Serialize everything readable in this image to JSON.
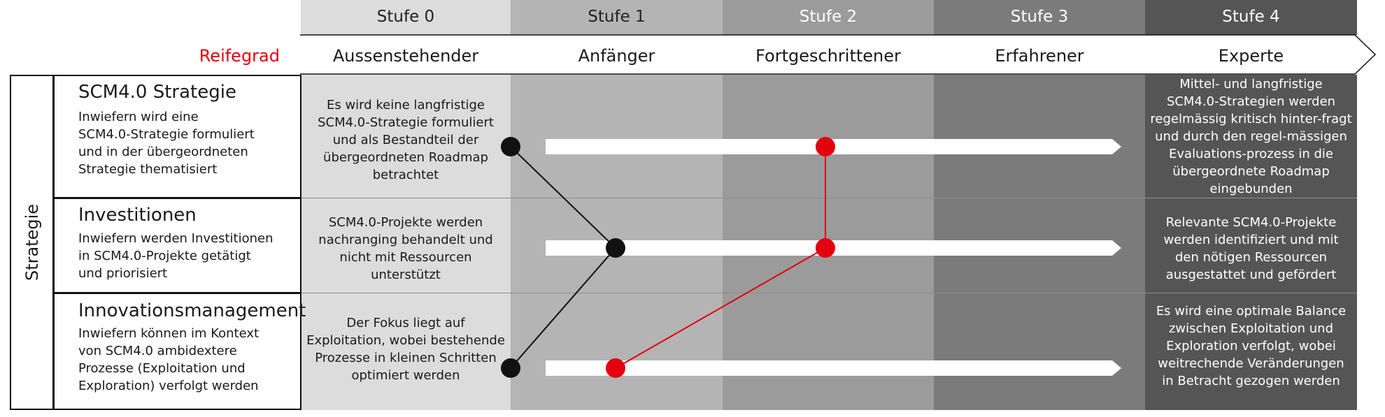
{
  "stages": [
    {
      "label": "Stufe 0",
      "level": "Aussenstehender"
    },
    {
      "label": "Stufe 1",
      "level": "Anfänger"
    },
    {
      "label": "Stufe 2",
      "level": "Fortgeschrittener"
    },
    {
      "label": "Stufe 3",
      "level": "Erfahrener"
    },
    {
      "label": "Stufe 4",
      "level": "Experte"
    }
  ],
  "maturity_label": "Reifegrad",
  "category": "Strategie",
  "criteria": [
    {
      "title": "SCM4.0 Strategie",
      "desc": "Inwiefern wird eine\nSCM4.0-Strategie formuliert\nund in der übergeordneten\nStrategie thematisiert"
    },
    {
      "title": "Investitionen",
      "desc": "Inwiefern werden Investitionen\nin SCM4.0-Projekte getätigt\nund priorisiert"
    },
    {
      "title": "Innovationsmanagement",
      "desc": "Inwiefern können im Kontext\nvon SCM4.0 ambidextere\nProzesse (Exploitation und\nExploration) verfolgt werden"
    }
  ],
  "stage0_text": [
    "Es wird keine langfristige\nSCM4.0-Strategie formuliert\nund als Bestandteil der\nübergeordneten Roadmap\nbetrachtet",
    "SCM4.0-Projekte werden\nnachranging behandelt und\nnicht mit Ressourcen\nunterstützt",
    "Der Fokus liegt auf\nExploitation, wobei bestehende\nProzesse in kleinen Schritten\noptimiert werden"
  ],
  "stage4_text": [
    "Mittel- und langfristige\nSCM4.0-Strategien werden\nregelmässig kritisch hinter-fragt\nund durch den regel-mässigen\nEvaluations-prozess in die\nübergeordnete Roadmap\neingebunden",
    "Relevante SCM4.0-Projekte\nwerden identifiziert und mit\nden nötigen Ressourcen\nausgestattet und gefördert",
    "Es wird eine optimale Balance\nzwischen Exploitation und\nExploration verfolgt, wobei\nweitrechende Veränderungen\nin Betracht gezogen werden"
  ],
  "profiles": [
    {
      "color": "#111111",
      "stages": [
        1.0,
        1.5,
        1.0
      ]
    },
    {
      "color": "#e3000f",
      "stages": [
        2.5,
        2.5,
        1.5
      ]
    }
  ],
  "colors": {
    "stage_fills": [
      "#dcdcdc",
      "#b4b4b4",
      "#9b9b9b",
      "#7b7b7b",
      "#555555"
    ],
    "maturity_red": "#e3000f"
  }
}
